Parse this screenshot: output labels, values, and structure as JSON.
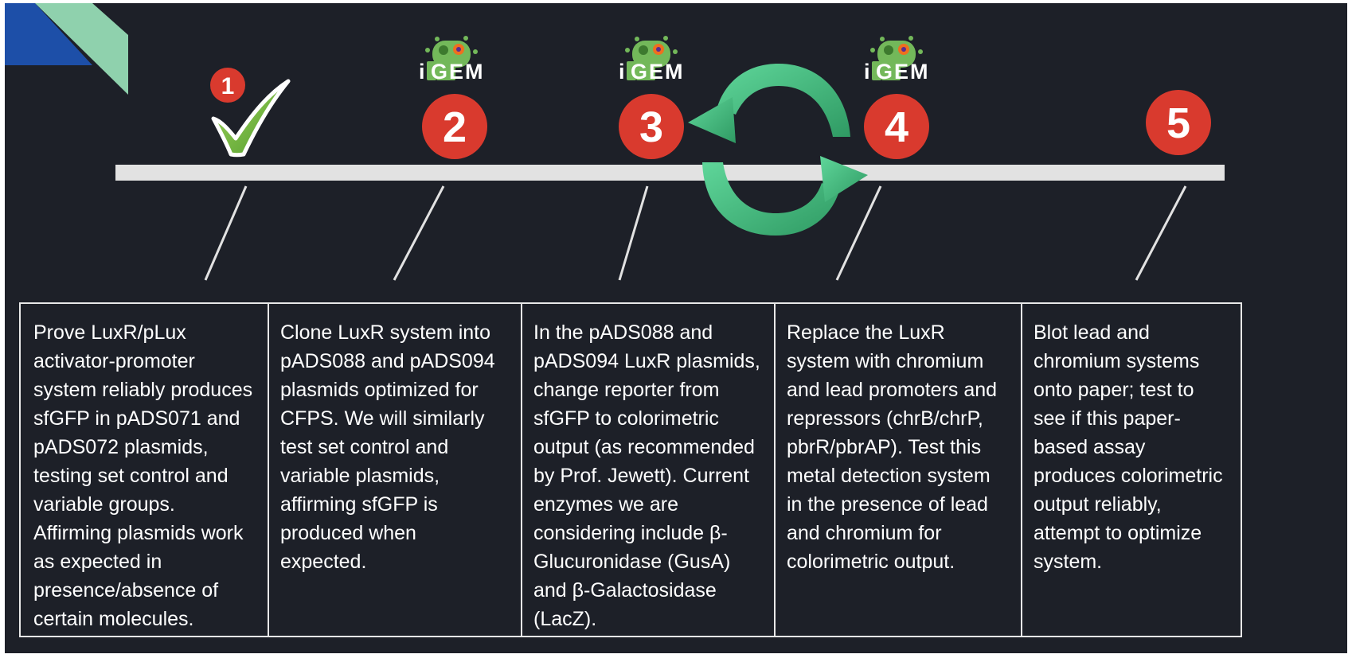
{
  "steps": [
    {
      "number": "1",
      "status": "completed",
      "text": "Prove LuxR/pLux activator-promoter system reliably produces sfGFP in pADS071 and pADS072 plasmids, testing set control and variable groups. Affirming plasmids work as expected in presence/absence of certain molecules."
    },
    {
      "number": "2",
      "igem_logo": "iGEM",
      "text": "Clone LuxR system into pADS088 and pADS094 plasmids optimized for CFPS. We will similarly test set control and variable plasmids, affirming sfGFP is produced when expected."
    },
    {
      "number": "3",
      "igem_logo": "iGEM",
      "text": "In the pADS088 and pADS094 LuxR plasmids, change reporter from sfGFP to colorimetric output (as recommended by Prof. Jewett). Current enzymes we are considering include β-Glucuronidase (GusA) and β-Galactosidase (LacZ)."
    },
    {
      "number": "4",
      "igem_logo": "iGEM",
      "text": "Replace the LuxR system with chromium and lead promoters and repressors (chrB/chrP, pbrR/pbrAP). Test this metal detection system in the presence of lead and chromium for colorimetric output."
    },
    {
      "number": "5",
      "text": "Blot lead and chromium systems onto paper; test to see if this paper-based assay produces colorimetric output reliably, attempt to optimize system."
    }
  ],
  "icons": {
    "checkmark": "check-icon",
    "cycle": "cycle-arrows-icon",
    "logo": "igem-logo-icon"
  },
  "colors": {
    "background": "#1d2028",
    "badge": "#d93a2e",
    "timeline": "#e2e2e2",
    "check": "#7cc043",
    "cycle_arrow": "#52c484",
    "corner_blue": "#1d4fa8",
    "corner_green": "#8fd1ad",
    "logo_green": "#73b85a"
  }
}
